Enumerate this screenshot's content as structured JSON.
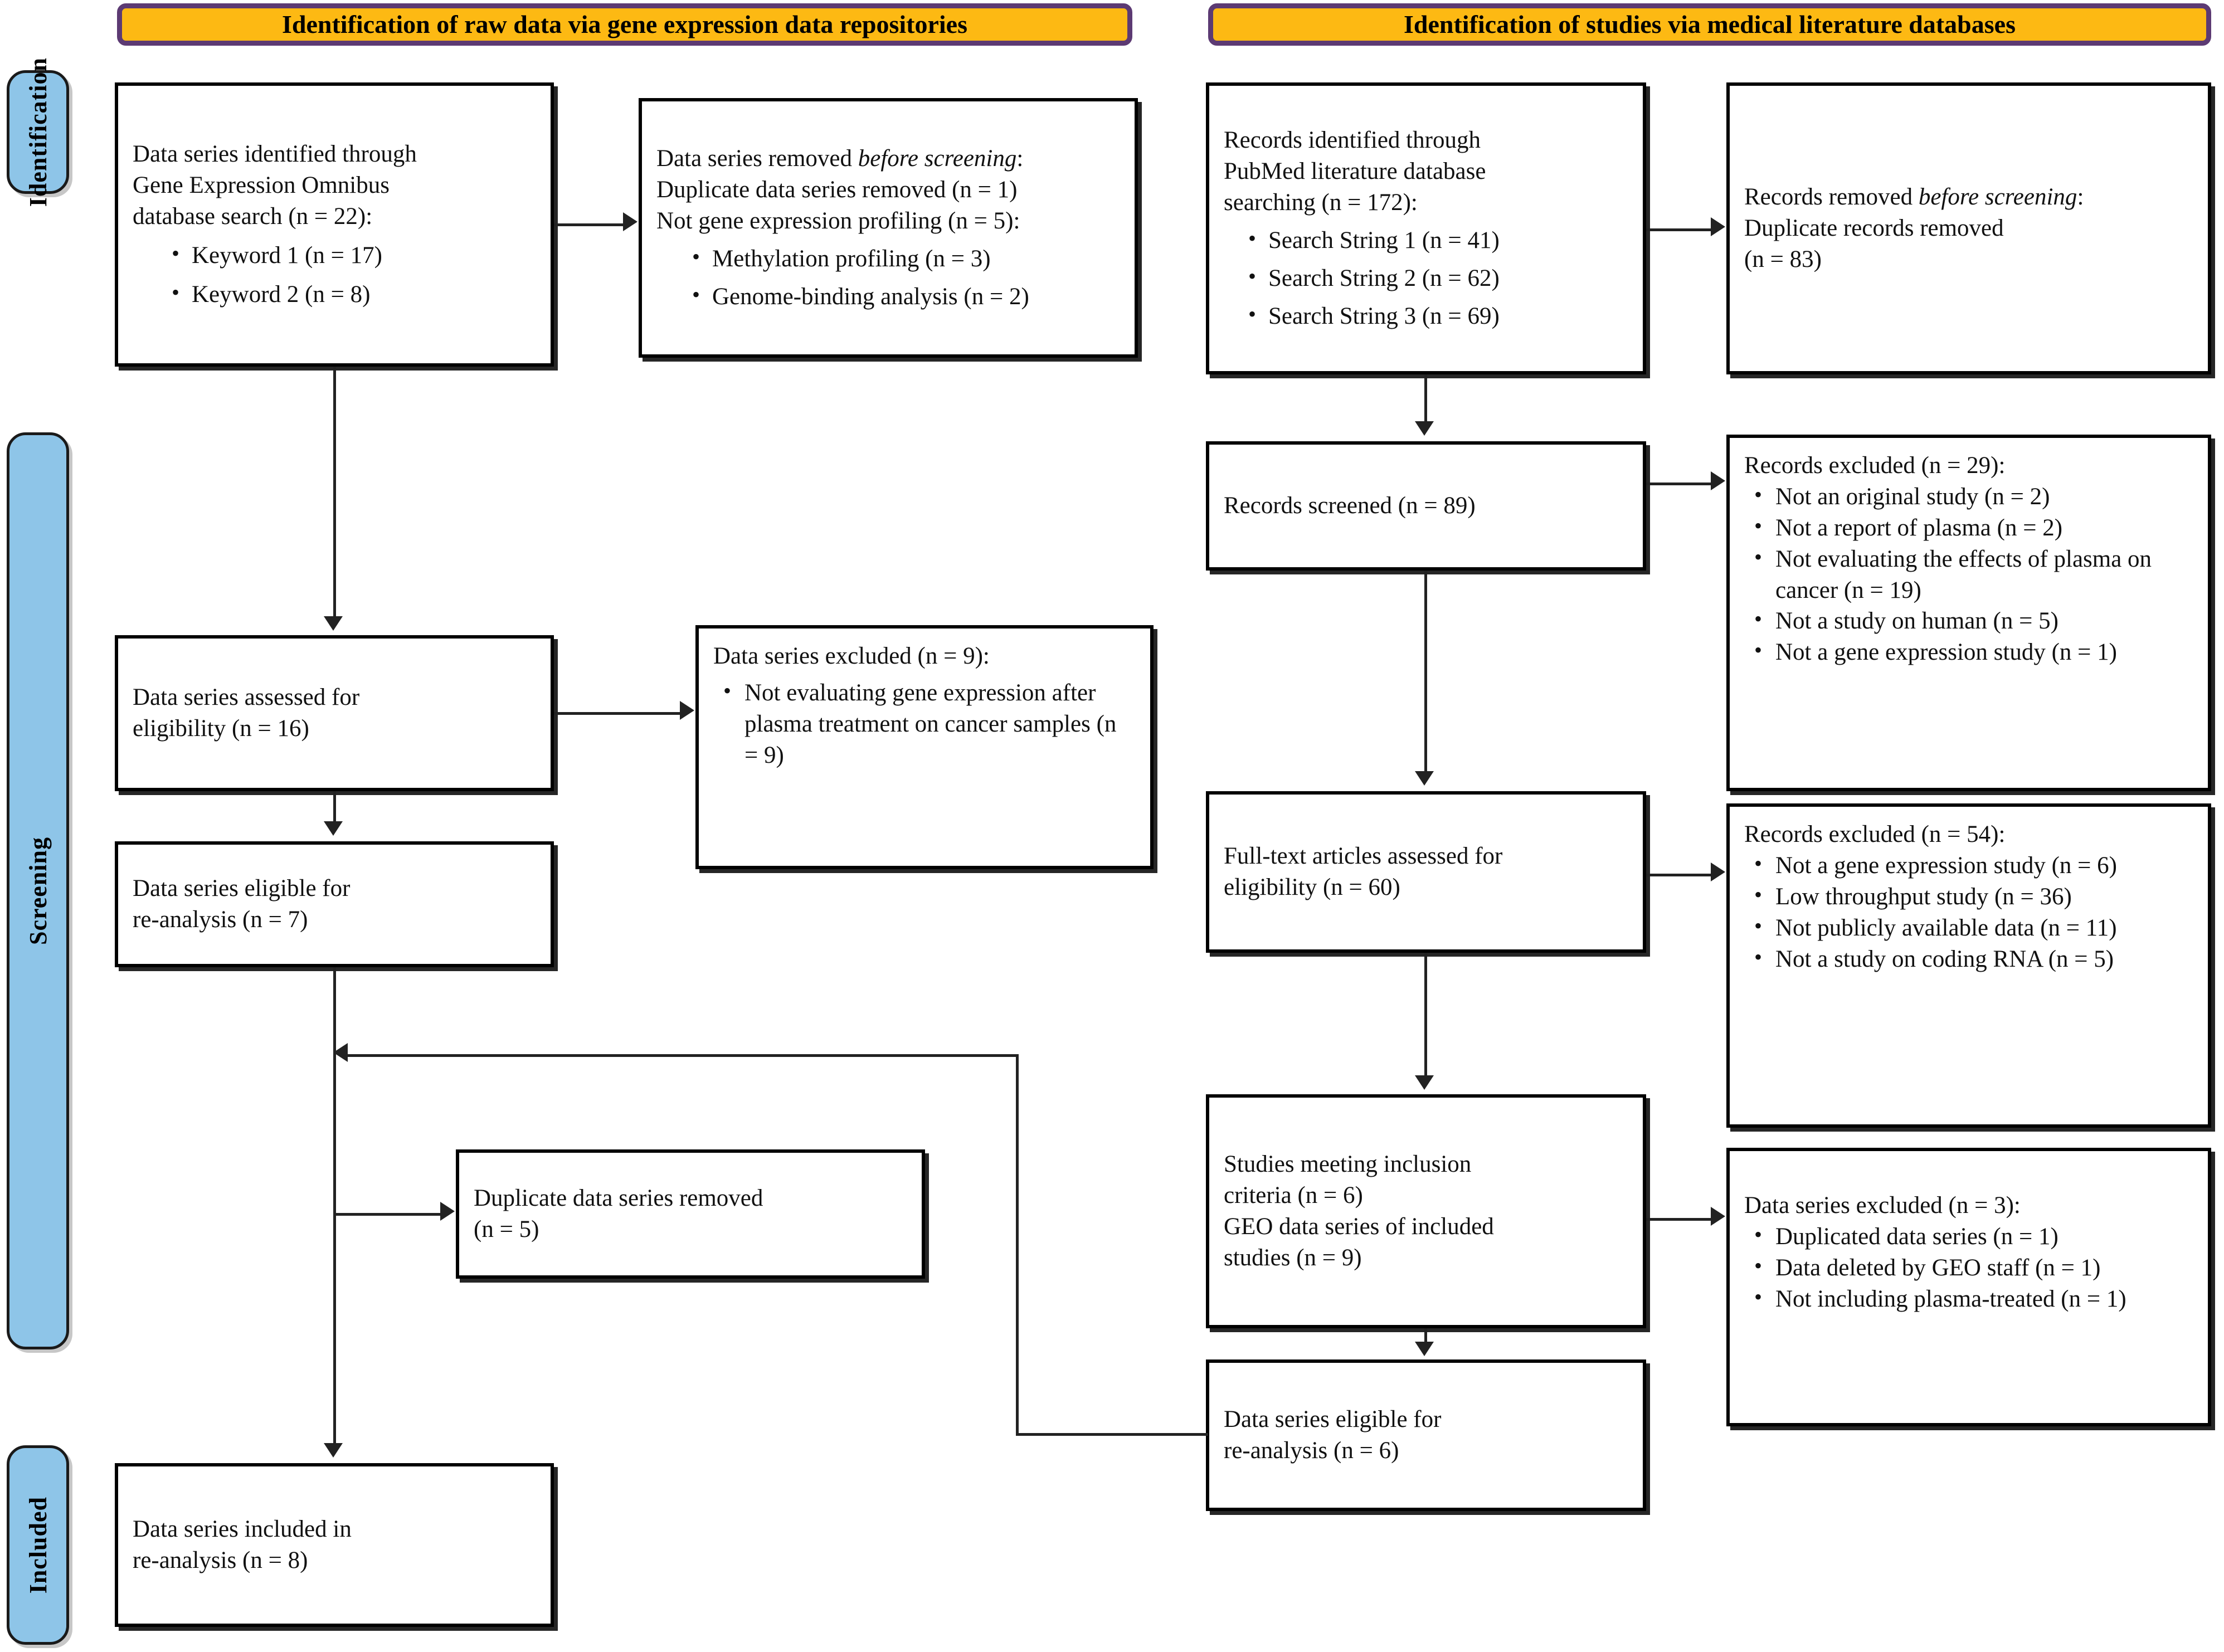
{
  "diagram": {
    "title": "PRISMA flow diagram",
    "colors": {
      "phase_fill": "#8EC5E8",
      "banner_fill": "#FDB913",
      "banner_border": "#5C3A73",
      "box_border": "#000000",
      "connector": "#222222"
    }
  },
  "phases": [
    {
      "label": "Identification"
    },
    {
      "label": "Screening"
    },
    {
      "label": "Included"
    }
  ],
  "banners": [
    {
      "label": "Identification of raw data via gene expression data repositories"
    },
    {
      "label": "Identification of studies via medical literature databases"
    }
  ],
  "left_column": {
    "identified": {
      "lines": [
        "Data series identified through",
        "Gene Expression Omnibus",
        "database search (n = 22):"
      ],
      "bullets": [
        "Keyword 1 (n = 17)",
        "Keyword 2 (n = 8)"
      ]
    },
    "removed_before_screening": {
      "line1_a": "Data series removed ",
      "line1_b": "before screening",
      "line1_c": ":",
      "line2": "Duplicate data series removed (n = 1)",
      "line3": "Not gene expression profiling (n = 5):",
      "bullets": [
        "Methylation profiling (n = 3)",
        "Genome-binding analysis  (n = 2)"
      ]
    },
    "assessed": {
      "lines": [
        "Data series assessed for",
        "eligibility (n = 16)"
      ]
    },
    "excluded_9": {
      "header": "Data series excluded (n = 9):",
      "bullets": [
        "Not evaluating gene expression after plasma treatment on cancer samples (n = 9)"
      ]
    },
    "eligible_7": {
      "lines": [
        "Data series eligible for",
        " re-analysis (n = 7)"
      ]
    },
    "duplicate_removed_5": {
      "lines": [
        "Duplicate data series removed",
        "(n = 5)"
      ]
    },
    "included_8": {
      "lines": [
        "Data series included in",
        " re-analysis (n = 8)"
      ]
    }
  },
  "right_column": {
    "records_identified": {
      "lines": [
        "Records identified through",
        "PubMed literature database",
        "searching (n = 172):"
      ],
      "bullets": [
        "Search String 1 (n = 41)",
        "Search String 2 (n = 62)",
        "Search String 3 (n = 69)"
      ]
    },
    "records_removed": {
      "line1_a": "Records removed ",
      "line1_b": "before screening",
      "line1_c": ":",
      "line2": "Duplicate records removed",
      "line3": "(n = 83)"
    },
    "records_screened": {
      "lines": [
        "Records screened (n = 89)"
      ]
    },
    "excluded_29": {
      "header": "Records excluded (n = 29):",
      "bullets": [
        "Not an original study (n = 2)",
        "Not a report of plasma (n = 2)",
        "Not evaluating the effects of plasma on cancer (n = 19)",
        "Not a study on human (n = 5)",
        "Not a gene expression study (n = 1)"
      ]
    },
    "fulltext_assessed": {
      "lines": [
        "Full-text articles assessed for",
        "eligibility (n = 60)"
      ]
    },
    "excluded_54": {
      "header": "Records excluded (n = 54):",
      "bullets": [
        "Not a gene expression study (n = 6)",
        "Low throughput study (n = 36)",
        "Not publicly available data (n = 11)",
        "Not a study on coding RNA (n = 5)"
      ]
    },
    "studies_meeting": {
      "lines": [
        "Studies meeting inclusion",
        "criteria (n = 6)",
        "GEO data series of included",
        "studies (n = 9)"
      ]
    },
    "excluded_3": {
      "header": "Data series excluded (n = 3):",
      "bullets": [
        "Duplicated data series (n = 1)",
        "Data deleted by GEO staff (n = 1)",
        "Not including plasma-treated (n = 1)"
      ]
    },
    "eligible_6": {
      "lines": [
        "Data series eligible for",
        " re-analysis (n = 6)"
      ]
    }
  }
}
